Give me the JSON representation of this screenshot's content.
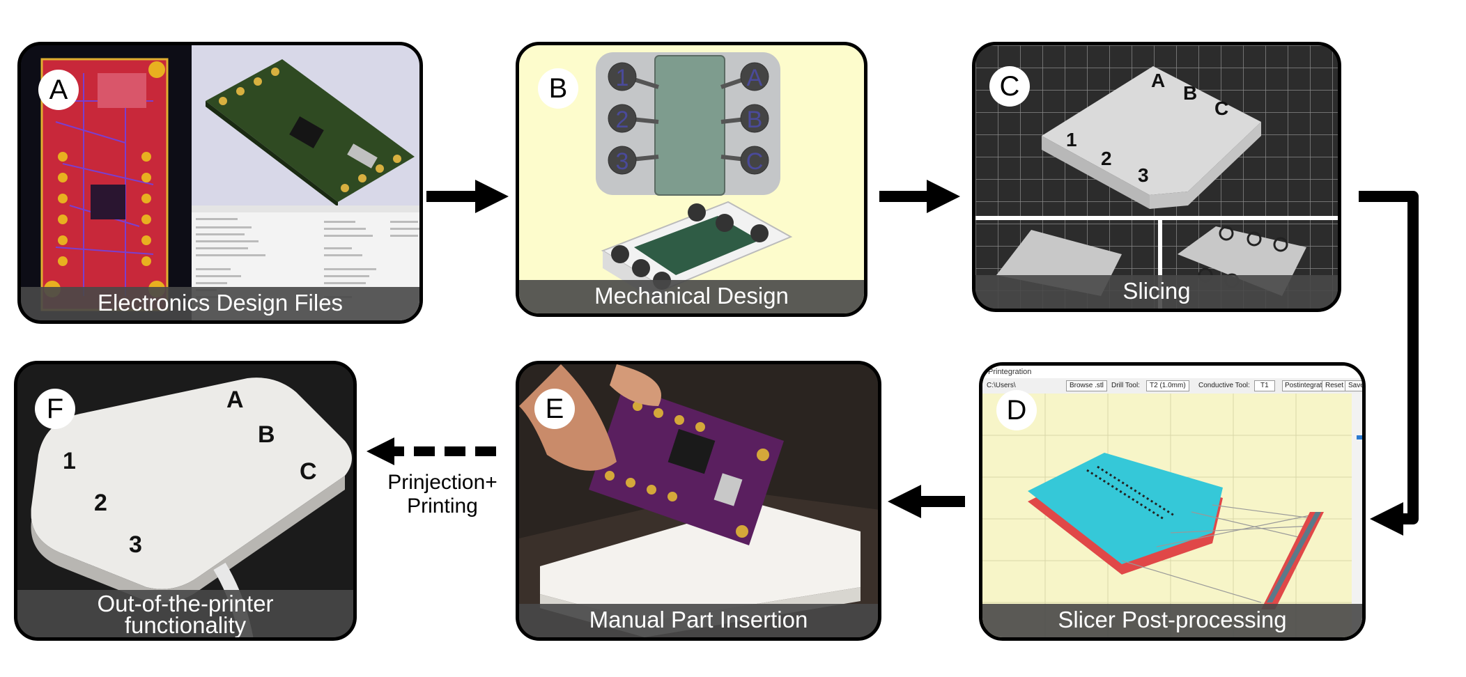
{
  "panels": {
    "a": {
      "badge": "A",
      "caption": "Electronics Design Files"
    },
    "b": {
      "badge": "B",
      "caption": "Mechanical Design",
      "pad_labels": [
        "1",
        "2",
        "3",
        "A",
        "B",
        "C"
      ]
    },
    "c": {
      "badge": "C",
      "caption": "Slicing",
      "model_labels": [
        "A",
        "B",
        "C",
        "1",
        "2",
        "3"
      ]
    },
    "d": {
      "badge": "D",
      "caption": "Slicer Post-processing",
      "window_title": "Printegration",
      "toolbar": {
        "path": "C:\\Users\\",
        "browse": "Browse .stl",
        "drill_tool": "Drill Tool:",
        "drill_value": "T2 (1.0mm)",
        "conductive_tool": "Conductive Tool:",
        "conductive_value": "T1",
        "postprocess": "Postintegrate",
        "reset": "Reset",
        "save": "Save"
      }
    },
    "e": {
      "badge": "E",
      "caption": "Manual Part Insertion"
    },
    "f": {
      "badge": "F",
      "caption_line1": "Out-of-the-printer",
      "caption_line2": "functionality",
      "device_labels": [
        "A",
        "B",
        "C",
        "1",
        "2",
        "3"
      ]
    }
  },
  "arrow_label_line1": "Prinjection+",
  "arrow_label_line2": "Printing"
}
